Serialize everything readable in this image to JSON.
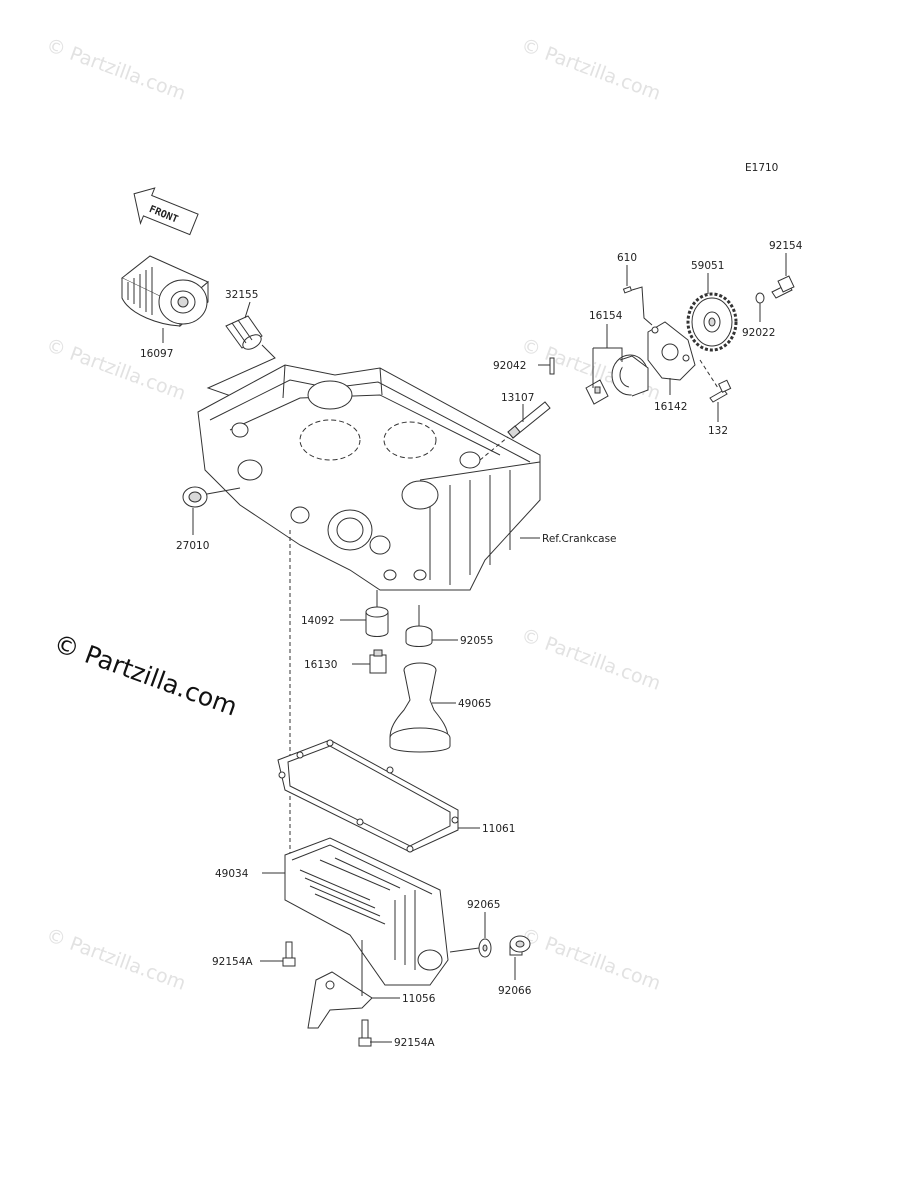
{
  "diagram_code": "E1710",
  "front_label": "FRONT",
  "watermark_text": "© Partzilla.com",
  "watermark_main": "© Partzilla.com",
  "parts": {
    "p16097": "16097",
    "p32155": "32155",
    "p27010": "27010",
    "p610": "610",
    "p16154": "16154",
    "p92042": "92042",
    "p13107": "13107",
    "p59051": "59051",
    "p92154": "92154",
    "p92022": "92022",
    "p16142": "16142",
    "p132": "132",
    "ref_crankcase": "Ref.Crankcase",
    "p14092": "14092",
    "p92055": "92055",
    "p16130": "16130",
    "p49065": "49065",
    "p11061": "11061",
    "p49034": "49034",
    "p92065": "92065",
    "p92154A_left": "92154A",
    "p92066": "92066",
    "p11056": "11056",
    "p92154A_bottom": "92154A"
  }
}
